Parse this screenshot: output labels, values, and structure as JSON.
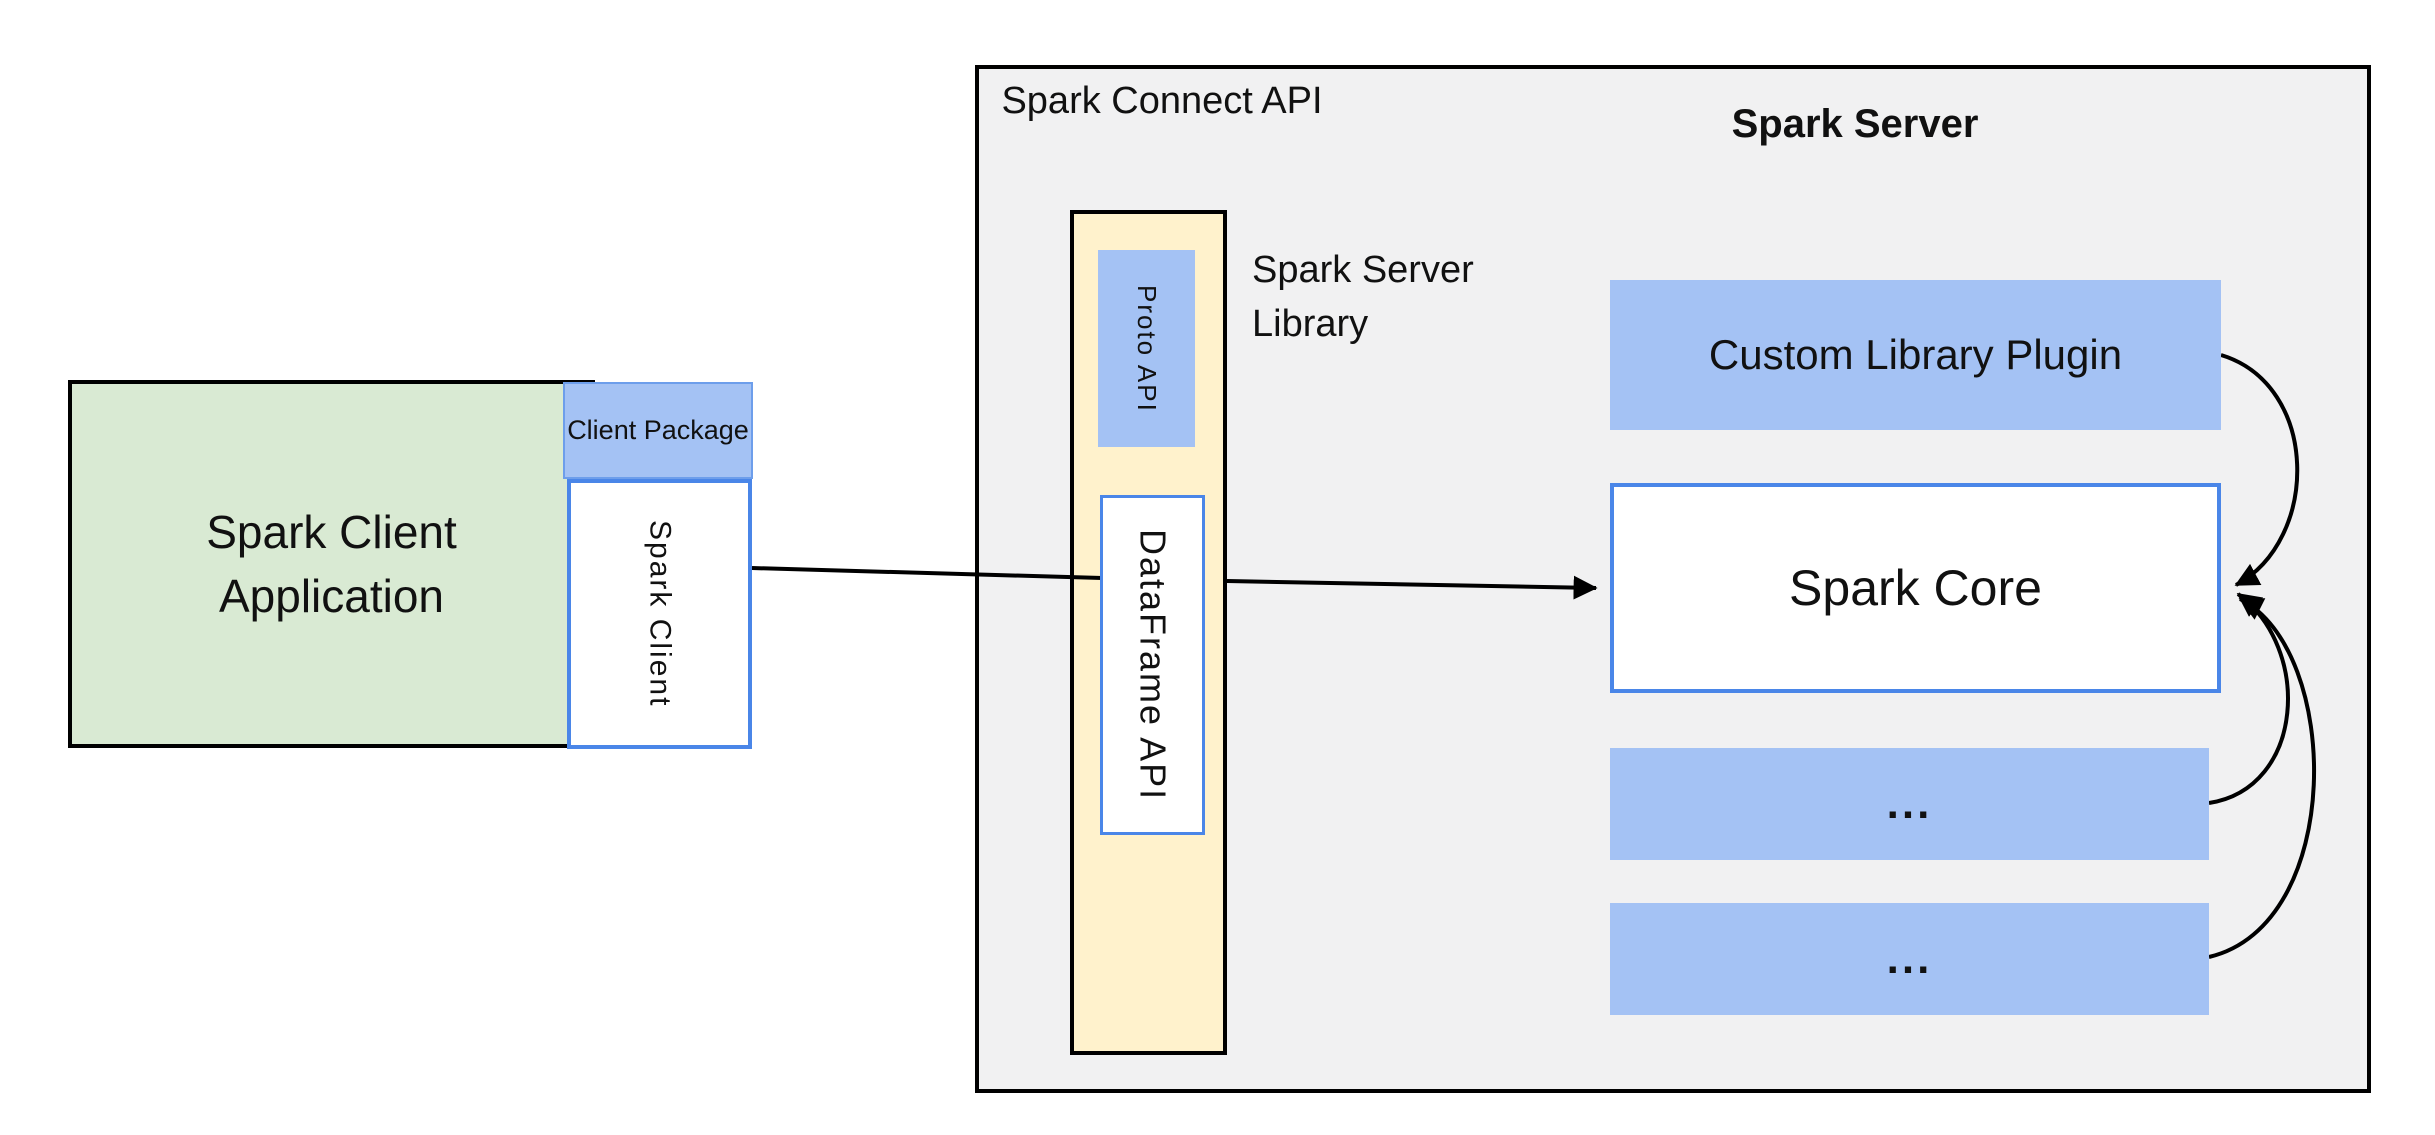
{
  "diagram": {
    "client": {
      "app_label": "Spark Client Application",
      "package_label": "Client Package",
      "client_label": "Spark Client"
    },
    "connect_api": {
      "title": "Spark Connect API",
      "proto_label": "Proto API",
      "dataframe_label": "DataFrame API",
      "library_label": "Spark Server Library"
    },
    "server": {
      "title": "Spark Server",
      "plugin_label": "Custom Library Plugin",
      "core_label": "Spark Core",
      "slot1_label": "...",
      "slot2_label": "..."
    },
    "colors": {
      "blue_fill": "#a4c2f4",
      "blue_border": "#4a86e8",
      "blue_border_soft": "#6d9eeb",
      "green_fill": "#d9ead3",
      "cream_fill": "#fff2cc",
      "panel_fill": "#f1f1f2",
      "line": "#000000",
      "text": "#111111"
    }
  }
}
